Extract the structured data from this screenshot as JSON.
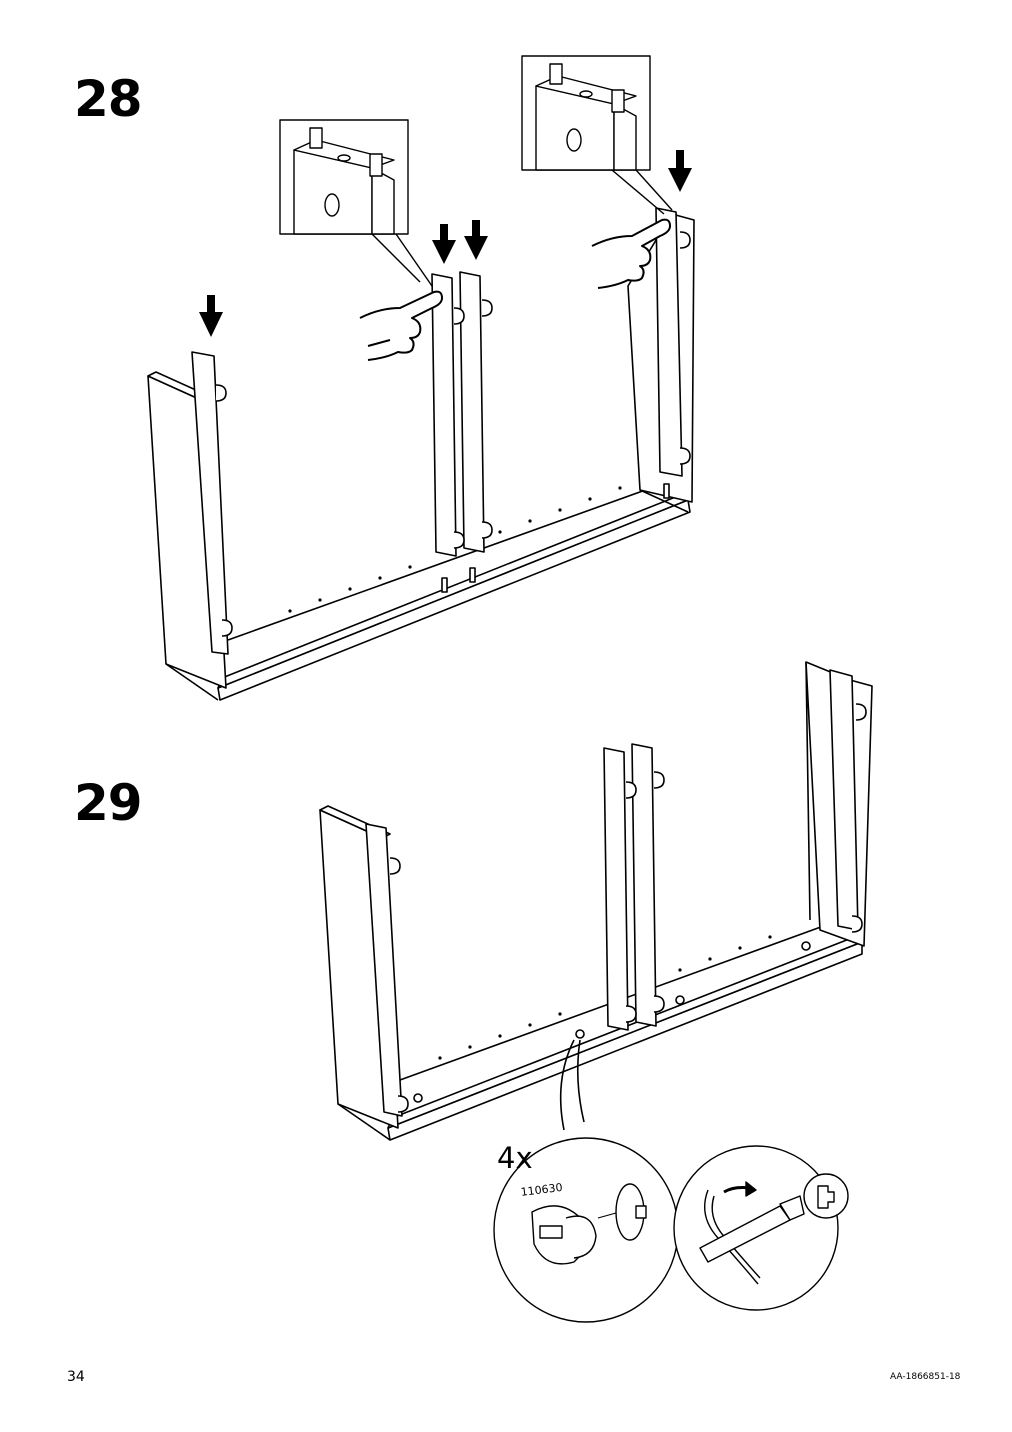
{
  "steps": [
    {
      "number": "28"
    },
    {
      "number": "29"
    }
  ],
  "fitting": {
    "quantity": "4x",
    "part_number": "110630"
  },
  "footer": {
    "page_number": "34",
    "document_code": "AA-1866851-18"
  }
}
